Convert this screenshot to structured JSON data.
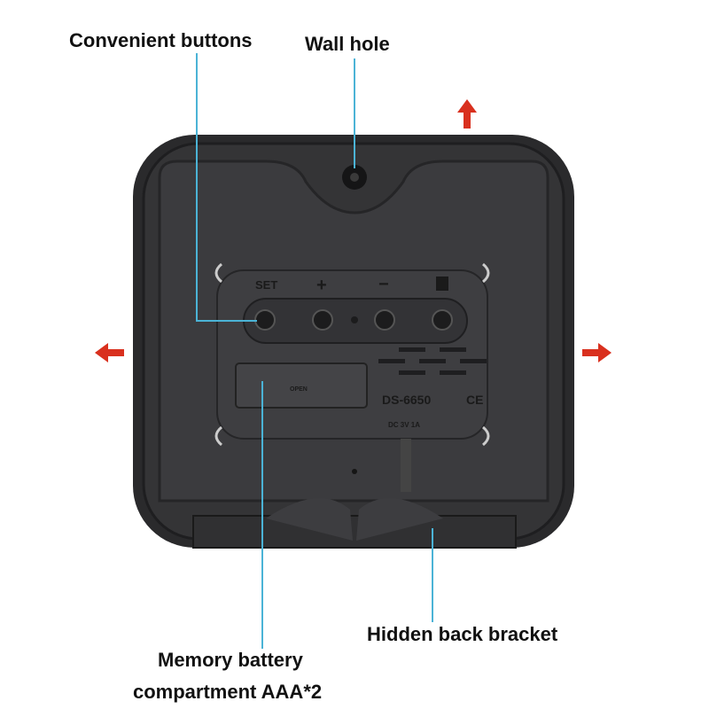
{
  "callouts": {
    "buttons": "Convenient buttons",
    "wall_hole": "Wall hole",
    "battery_line1": "Memory battery",
    "battery_line2": "compartment AAA*2",
    "bracket": "Hidden back bracket"
  },
  "device": {
    "button_labels": [
      "SET",
      "+",
      "−"
    ],
    "battery_cover": "OPEN",
    "model": "DS-6650",
    "cert": "CE",
    "power": "DC 3V 1A"
  },
  "colors": {
    "leader_line": "#4bb3d6",
    "arrow": "#d9301e",
    "body": "#2c2c2e"
  }
}
